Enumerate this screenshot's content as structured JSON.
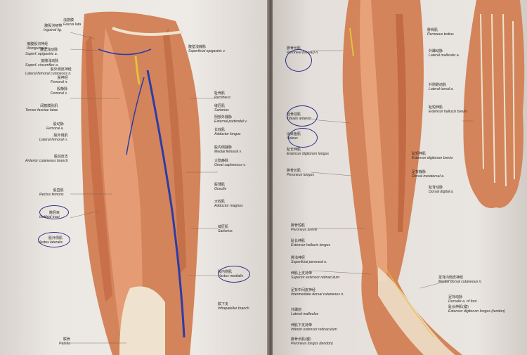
{
  "colors": {
    "muscle": "#d4845a",
    "muscle_light": "#e8a27a",
    "tendon": "#efe3cf",
    "vein": "#2b3ca8",
    "nerve": "#e3c23a",
    "page": "#ebe7e3",
    "ink": "#2a2f86"
  },
  "left_page": {
    "labels": [
      {
        "zh": "腹股沟韧带",
        "en": "Inguinal lig."
      },
      {
        "zh": "髂腹股沟神经",
        "en": "Ilioinguinal n."
      },
      {
        "zh": "腹壁浅动脉",
        "en": "Superf. epigastric a."
      },
      {
        "zh": "浅筋膜",
        "en": "Fascia lata"
      },
      {
        "zh": "腹壁浅静脉",
        "en": "Superficial epigastric v."
      },
      {
        "zh": "旋髂浅动脉",
        "en": "Superf. circumflex a."
      },
      {
        "zh": "股外侧皮神经",
        "en": "Lateral femoral cutaneous n."
      },
      {
        "zh": "股神经",
        "en": "Femoral n."
      },
      {
        "zh": "股静脉",
        "en": "Femoral v."
      },
      {
        "zh": "阔筋膜张肌",
        "en": "Tensor fasciae latae"
      },
      {
        "zh": "耻骨肌",
        "en": "Pectineus"
      },
      {
        "zh": "股动脉",
        "en": "Femoral a."
      },
      {
        "zh": "缝匠肌",
        "en": "Sartorius"
      },
      {
        "zh": "股外侧肌",
        "en": "Lateral femoral n."
      },
      {
        "zh": "阴部外静脉",
        "en": "External pudendal v."
      },
      {
        "zh": "长收肌",
        "en": "Adductor longus"
      },
      {
        "zh": "股前皮支",
        "en": "Anterior cutaneous branch"
      },
      {
        "zh": "股内侧静脉",
        "en": "Medial femoral v."
      },
      {
        "zh": "大隐静脉",
        "en": "Great saphenous v."
      },
      {
        "zh": "股直肌",
        "en": "Rectus femoris"
      },
      {
        "zh": "股薄肌",
        "en": "Gracilis"
      },
      {
        "zh": "大收肌",
        "en": "Adductor magnus"
      },
      {
        "zh": "髂胫束",
        "en": "Iliotibial tract"
      },
      {
        "zh": "缝匠肌",
        "en": "Sartorius"
      },
      {
        "zh": "股外侧肌",
        "en": "Vastus lateralis"
      },
      {
        "zh": "股内侧肌",
        "en": "Vastus medialis"
      },
      {
        "zh": "髌下支",
        "en": "Infrapatellar branch"
      },
      {
        "zh": "髌骨",
        "en": "Patella"
      }
    ]
  },
  "right_page": {
    "labels": [
      {
        "zh": "腓骨长肌",
        "en": "Peroneal (fibular) n."
      },
      {
        "zh": "胫骨前肌",
        "en": "Tibialis anterior"
      },
      {
        "zh": "比目鱼肌",
        "en": "Soleus"
      },
      {
        "zh": "趾长伸肌",
        "en": "Extensor digitorum longus"
      },
      {
        "zh": "腓骨长肌",
        "en": "Peroneus longus"
      },
      {
        "zh": "腓骨短肌",
        "en": "Peroneus brevis"
      },
      {
        "zh": "趾长伸肌",
        "en": "Extensor hallucis longus"
      },
      {
        "zh": "腓浅神经",
        "en": "Superficial peroneal n."
      },
      {
        "zh": "伸肌上支持带",
        "en": "Superior extensor retinaculum"
      },
      {
        "zh": "足背中间皮神经",
        "en": "Intermediate dorsal cutaneous n."
      },
      {
        "zh": "外踝前",
        "en": "Lateral malleolus"
      },
      {
        "zh": "伸肌下支持带",
        "en": "Inferior extensor retinaculum"
      },
      {
        "zh": "腓骨长肌(腱)",
        "en": "Peroneus longus (tendon)"
      },
      {
        "zh": "足背内侧皮神经",
        "en": "Medial dorsal cutaneous n."
      },
      {
        "zh": "足背动脉",
        "en": "Dorsalis a. of foot"
      },
      {
        "zh": "趾长伸肌(腱)",
        "en": "Extensor digitorum longus (tendon)"
      },
      {
        "zh": "腓骨肌",
        "en": "Peroneus tertius"
      },
      {
        "zh": "外踝动脉",
        "en": "Lateral malleolar a."
      },
      {
        "zh": "外侧跗动脉",
        "en": "Lateral tarsal a."
      },
      {
        "zh": "趾短伸肌",
        "en": "Extensor hallucis brevis"
      },
      {
        "zh": "趾短伸肌",
        "en": "Extensor digitorum brevis"
      },
      {
        "zh": "足背静脉",
        "en": "Dorsal metatarsal a."
      },
      {
        "zh": "趾背动脉",
        "en": "Dorsal digital a."
      }
    ]
  }
}
